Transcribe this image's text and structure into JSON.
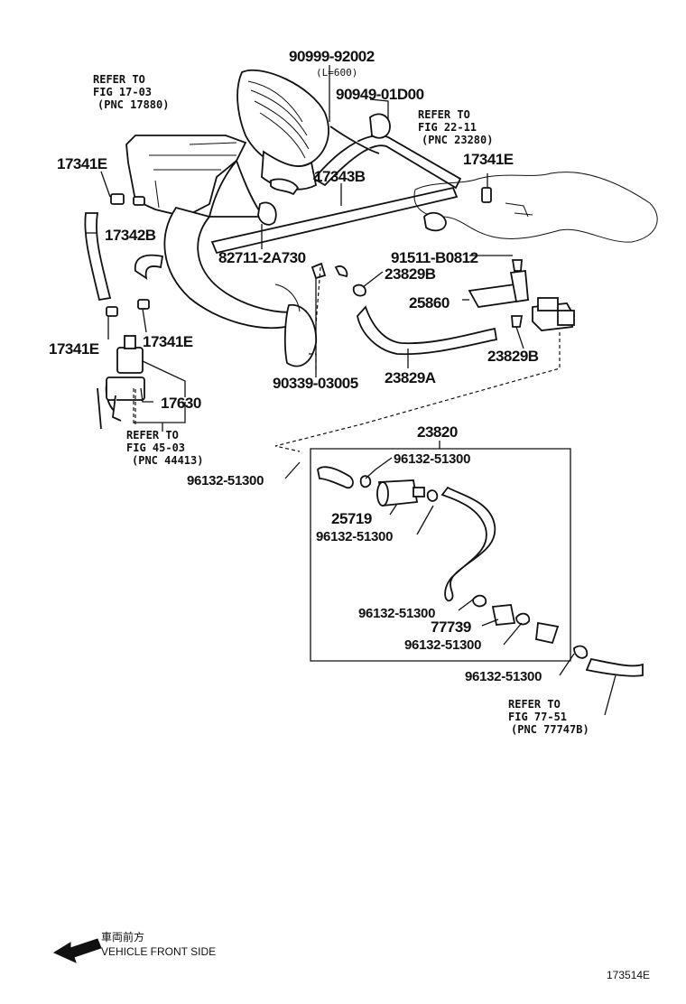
{
  "labels": {
    "p90999": "90999-92002",
    "p90999_note": "(L=600)",
    "p90949": "90949-01D00",
    "p17341E_a": "17341E",
    "p17341E_b": "17341E",
    "p17341E_c": "17341E",
    "p17341E_d": "17341E",
    "p17343B": "17343B",
    "p17342B": "17342B",
    "p82711": "82711-2A730",
    "p91511": "91511-B0812",
    "p23829B_a": "23829B",
    "p23829B_b": "23829B",
    "p25860": "25860",
    "p90339": "90339-03005",
    "p23829A": "23829A",
    "p17630": "17630",
    "p23820": "23820",
    "p96132_a": "96132-51300",
    "p96132_b": "96132-51300",
    "p96132_c": "96132-51300",
    "p96132_d": "96132-51300",
    "p96132_e": "96132-51300",
    "p96132_f": "96132-51300",
    "p25719": "25719",
    "p77739": "77739"
  },
  "refs": {
    "fig1703": {
      "l1": "REFER TO",
      "l2": "FIG 17-03",
      "l3": "(PNC 17880)"
    },
    "fig2211": {
      "l1": "REFER TO",
      "l2": "FIG 22-11",
      "l3": "(PNC 23280)"
    },
    "fig4503": {
      "l1": "REFER TO",
      "l2": "FIG 45-03",
      "l3": "(PNC 44413)"
    },
    "fig7751": {
      "l1": "REFER TO",
      "l2": "FIG 77-51",
      "l3": "(PNC 77747B)"
    }
  },
  "footer": {
    "direction_jp": "車両前方",
    "direction_en": "VEHICLE FRONT SIDE",
    "diagram_id": "173514E"
  }
}
